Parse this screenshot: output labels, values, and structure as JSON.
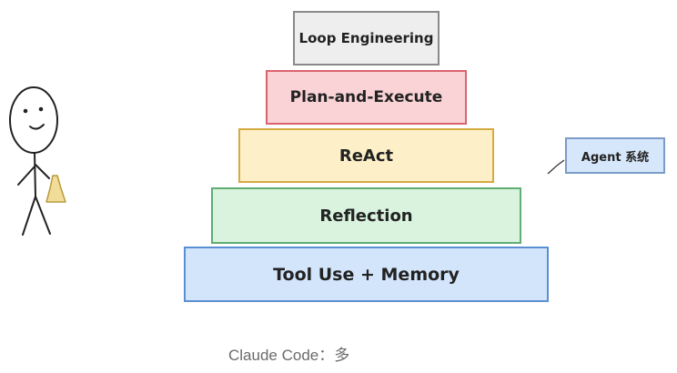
{
  "pyramid": {
    "layers": [
      {
        "label": "Loop Engineering",
        "fill": "#eeeeee",
        "stroke": "#8a8a8a"
      },
      {
        "label": "Plan-and-Execute",
        "fill": "#f9d3d6",
        "stroke": "#d9646e"
      },
      {
        "label": "ReAct",
        "fill": "#fdf0c9",
        "stroke": "#d6aa40"
      },
      {
        "label": "Reflection",
        "fill": "#d9f3de",
        "stroke": "#5fae73"
      },
      {
        "label": "Tool Use + Memory",
        "fill": "#d3e5fb",
        "stroke": "#5b8fd3"
      }
    ]
  },
  "annotation": {
    "label": "Agent 系统"
  },
  "footer": {
    "text": "Claude Code：多"
  }
}
